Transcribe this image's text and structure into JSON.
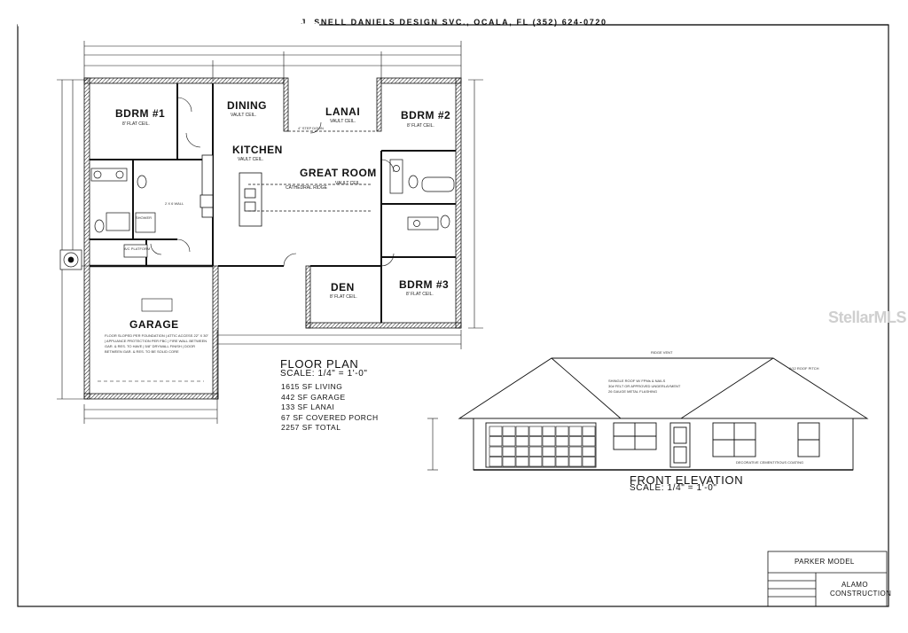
{
  "header": "J. SNELL DANIELS DESIGN SVC., OCALA, FL   (352) 624-0720",
  "rooms": {
    "bdrm1": {
      "name": "BDRM #1",
      "sub": "8' FLAT CEIL."
    },
    "dining": {
      "name": "DINING",
      "sub": "VAULT CEIL."
    },
    "lanai": {
      "name": "LANAI",
      "sub": "VAULT CEIL."
    },
    "bdrm2": {
      "name": "BDRM #2",
      "sub": "8' FLAT CEIL."
    },
    "kitchen": {
      "name": "KITCHEN",
      "sub": "VAULT CEIL."
    },
    "great_room": {
      "name": "GREAT ROOM",
      "sub": "VAULT CEIL."
    },
    "den": {
      "name": "DEN",
      "sub": "8' FLAT CEIL."
    },
    "bdrm3": {
      "name": "BDRM #3",
      "sub": "8' FLAT CEIL."
    },
    "garage": {
      "name": "GARAGE"
    }
  },
  "notes": {
    "cathedral": "CATHEDRAL RIDGE",
    "step_down": "4\" STEP DOWN",
    "walk_in": "2 X 6 WALL",
    "shower": "SHOWER",
    "ac_platform": "A/C PLATFORM",
    "garage_notes": "FLOOR SLOPED PER FOUNDATION | ATTIC ACCESS 22\" X 30\" | APPLIANCE PROTECTION PER FBC | FIRE WALL BETWEEN GAR. & RES. TO HAVE | 5/8\" DRYWALL FINISH | DOOR BETWEEN GAR. & RES. TO BE SOLID CORE",
    "ridge_vent": "RIDGE VENT",
    "roof_pitch": "6/12 ROOF PITCH",
    "shingle": "SHINGLE ROOF W/ FPMs & NAILS",
    "felt": "30# FELT OR APPROVED UNDERLAYMENT",
    "flashing": "26 GAUGE METAL FLASHING",
    "coating": "DECORATIVE CEMENTITIOUS COATING"
  },
  "floor_plan": {
    "title": "FLOOR PLAN",
    "scale": "SCALE: 1/4\" = 1'-0\"",
    "stats": [
      "1615 SF LIVING",
      "442 SF GARAGE",
      "133 SF LANAI",
      "67 SF COVERED PORCH",
      "2257 SF TOTAL"
    ]
  },
  "elevation": {
    "title": "FRONT ELEVATION",
    "scale": "SCALE: 1/4\" = 1'-0\""
  },
  "title_block": {
    "model": "PARKER MODEL",
    "company": "ALAMO CONSTRUCTION"
  },
  "watermark": "StellarMLS"
}
